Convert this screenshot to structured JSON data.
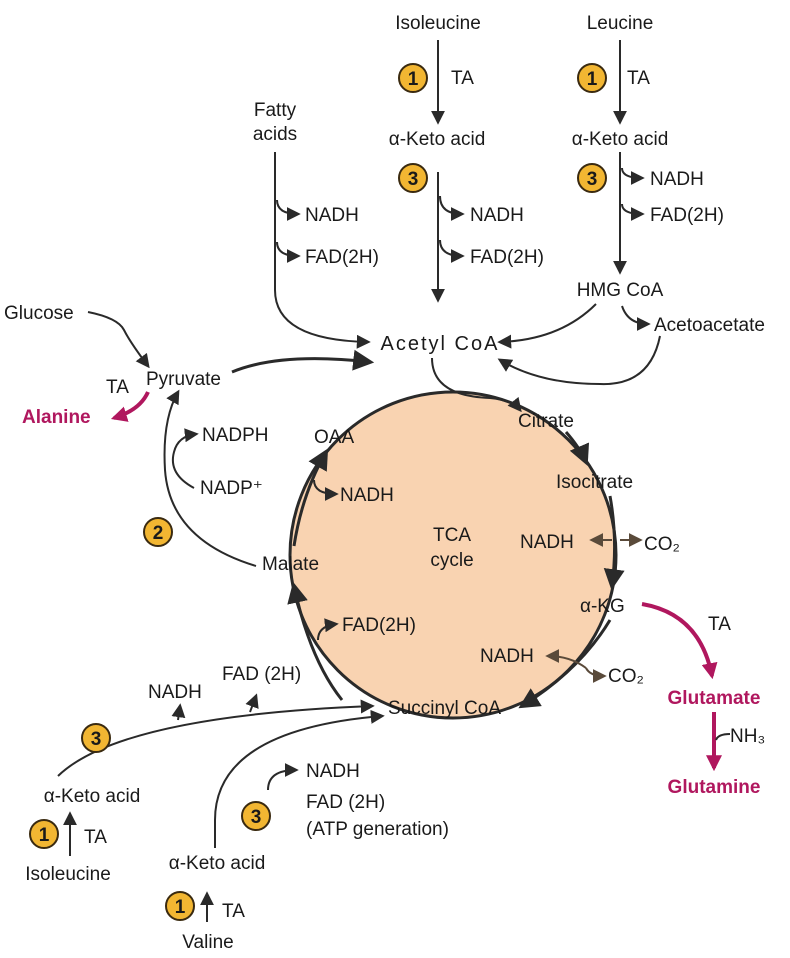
{
  "colors": {
    "tca_fill": "#f9d3b1",
    "badge_fill": "#f2b632",
    "highlight": "#b0175e",
    "line": "#2a2a2a"
  },
  "labels": {
    "isoleucine_top": "Isoleucine",
    "leucine": "Leucine",
    "ta": "TA",
    "keto_acid_alpha": "α-Keto acid",
    "fatty_acids_1": "Fatty",
    "fatty_acids_2": "acids",
    "nadh": "NADH",
    "fad2h": "FAD(2H)",
    "fad2h_leucine": "FAD(2H)",
    "hmg_coa": "HMG CoA",
    "acetoacetate": "Acetoacetate",
    "glucose": "Glucose",
    "acetyl_coa": "Acetyl CoA",
    "pyruvate": "Pyruvate",
    "alanine": "Alanine",
    "nadph": "NADPH",
    "nadp": "NADP⁺",
    "oaa": "OAA",
    "citrate": "Citrate",
    "isocitrate": "Isocitrate",
    "tca_1": "TCA",
    "tca_2": "cycle",
    "malate": "Malate",
    "co2": "CO₂",
    "alpha_kg": "α-KG",
    "glutamate": "Glutamate",
    "nh3": "NH₃",
    "glutamine": "Glutamine",
    "fad_2h_spaced": "FAD (2H)",
    "succinyl_coa": "Succinyl CoA",
    "keto_acid_left": "α-Keto acid",
    "isoleucine_bottom": "Isoleucine",
    "keto_acid_valine": "α-Keto acid",
    "valine": "Valine",
    "atp_generation": "(ATP generation)"
  },
  "badges": {
    "one": "1",
    "two": "2",
    "three": "3"
  }
}
